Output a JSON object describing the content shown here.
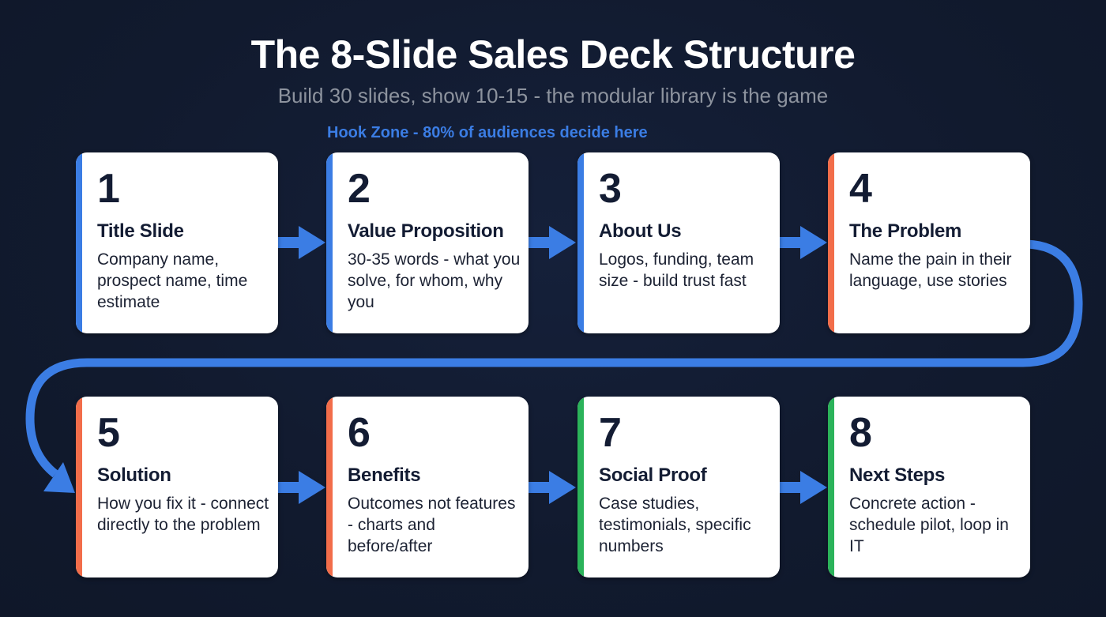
{
  "header": {
    "title": "The 8-Slide Sales Deck Structure",
    "subtitle": "Build 30 slides, show 10-15 - the modular library is the game"
  },
  "hook_zone": {
    "label": "Hook Zone - 80% of audiences decide here",
    "color": "#3b7de4"
  },
  "colors": {
    "background": "#111a2e",
    "card": "#ffffff",
    "text_dark": "#131c33",
    "accent_blue": "#3b7de4",
    "accent_orange": "#f26d4a",
    "accent_green": "#2bb35a",
    "arrow": "#3b7de4"
  },
  "slides": [
    {
      "number": "1",
      "name": "Title Slide",
      "description": "Company name, prospect name, time estimate",
      "accent": "blue"
    },
    {
      "number": "2",
      "name": "Value Proposition",
      "description": "30-35 words - what you solve, for whom, why you",
      "accent": "blue"
    },
    {
      "number": "3",
      "name": "About Us",
      "description": "Logos, funding, team size - build trust fast",
      "accent": "blue"
    },
    {
      "number": "4",
      "name": "The Problem",
      "description": "Name the pain in their language, use stories",
      "accent": "orange"
    },
    {
      "number": "5",
      "name": "Solution",
      "description": "How you fix it - connect directly to the problem",
      "accent": "orange"
    },
    {
      "number": "6",
      "name": "Benefits",
      "description": "Outcomes not features - charts and before/after",
      "accent": "orange"
    },
    {
      "number": "7",
      "name": "Social Proof",
      "description": "Case studies, testimonials, specific numbers",
      "accent": "green"
    },
    {
      "number": "8",
      "name": "Next Steps",
      "description": "Concrete action - schedule pilot, loop in IT",
      "accent": "green"
    }
  ],
  "flow": {
    "connectors": [
      "1->2",
      "2->3",
      "3->4",
      "4->5 (wrap)",
      "5->6",
      "6->7",
      "7->8"
    ]
  }
}
